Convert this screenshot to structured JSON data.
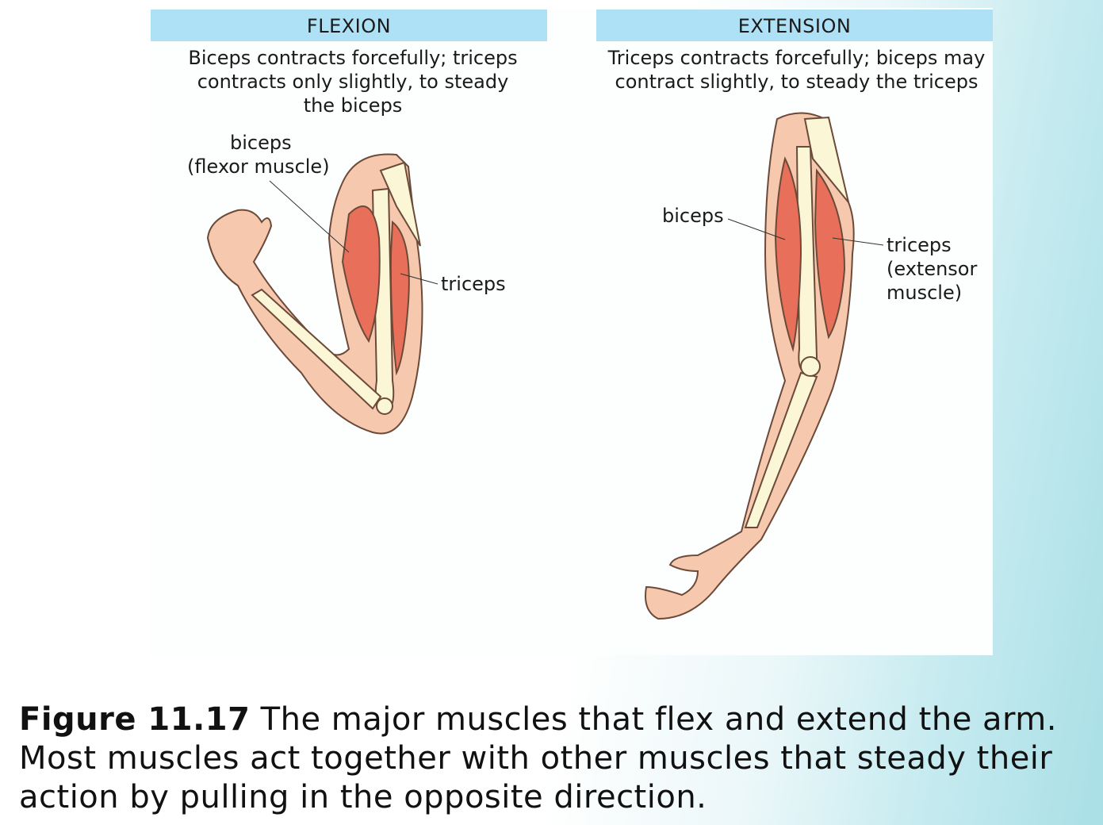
{
  "flexion": {
    "title": "FLEXION",
    "description": [
      "Biceps contracts forcefully; triceps",
      "contracts only slightly, to steady",
      "the biceps"
    ],
    "labels": {
      "biceps": "biceps",
      "biceps_sub": "(flexor muscle)",
      "triceps": "triceps"
    }
  },
  "extension": {
    "title": "EXTENSION",
    "description": [
      "Triceps contracts forcefully; biceps may",
      "contract slightly, to steady the triceps"
    ],
    "labels": {
      "biceps": "biceps",
      "triceps": "triceps",
      "triceps_sub1": "(extensor",
      "triceps_sub2": "muscle)"
    }
  },
  "caption": {
    "figure_number": "Figure 11.17",
    "line1": " The major muscles that flex and extend the arm.",
    "line2": "Most muscles act together with other muscles that steady their",
    "line3": "action by pulling in the opposite direction."
  },
  "colors": {
    "header": "#aee1f6",
    "skin": "#f6c8ad",
    "muscle": "#e8705a",
    "bone": "#fbf6d6"
  }
}
